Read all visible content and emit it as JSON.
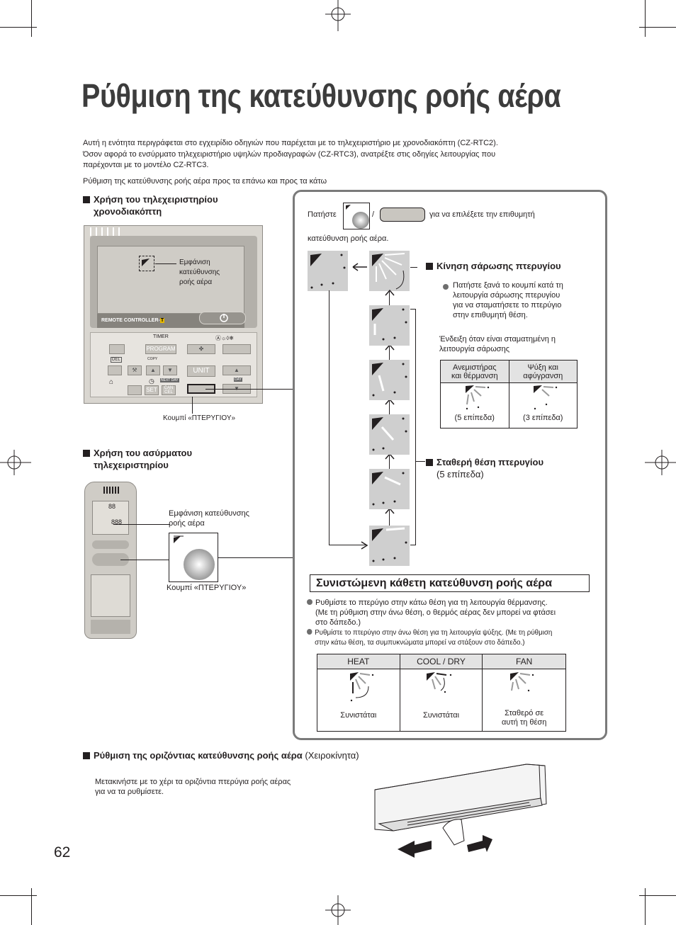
{
  "title": "Ρύθμιση της κατεύθυνσης ροής αέρα",
  "intro": {
    "line1": "Αυτή η ενότητα περιγράφεται στο εγχειρίδιο οδηγιών που παρέχεται με το τηλεχειριστήριο με χρονοδιακόπτη (CZ-RTC2).",
    "line2": "Όσον αφορά το ενσύρματο τηλεχειριστήριο υψηλών προδιαγραφών (CZ-RTC3), ανατρέξτε στις οδηγίες λειτουργίας που",
    "line3": "παρέχονται με το μοντέλο CZ-RTC3."
  },
  "subtitle": "Ρύθμιση της κατεύθυνσης ροής αέρα προς τα επάνω και προς τα κάτω",
  "timer_remote": {
    "heading_line1": "Χρήση του τηλεχειριστηρίου",
    "heading_line2": "χρονοδιακόπτη",
    "callout_line1": "Εμφάνιση",
    "callout_line2": "κατεύθυνσης",
    "callout_line3": "ροής αέρα",
    "bar_label": "REMOTE CONTROLLER-",
    "bar_badge": "T",
    "timer_label": "TIMER",
    "program_label": "PROGRAM",
    "copy_label": "COPY",
    "del_label": "DEL",
    "unit_label": "UNIT",
    "set_label": "SET",
    "cancel_label": "CAN CEL",
    "next_day_label": "NEXT DAY",
    "day_label": "DAY",
    "button_caption": "Κουμπί «ΠΤΕΡΥΓΙΟΥ»"
  },
  "wireless_remote": {
    "heading_line1": "Χρήση του ασύρματου",
    "heading_line2": "τηλεχειριστηρίου",
    "callout_line1": "Εμφάνιση κατεύθυνσης",
    "callout_line2": "ροής αέρα",
    "button_caption": "Κουμπί «ΠΤΕΡΥΓΙΟΥ»"
  },
  "instruction": {
    "press_label": "Πατήστε",
    "slash": "/",
    "after_buttons": "για να επιλέξετε την επιθυμητή",
    "line2": "κατεύθυνση ροής αέρα."
  },
  "swing": {
    "heading": "Κίνηση σάρωσης πτερυγίου",
    "bullet_line1": "Πατήστε ξανά το κουμπί κατά τη",
    "bullet_line2": "λειτουργία σάρωσης πτερυγίου",
    "bullet_line3": "για να σταματήσετε το πτερύγιο",
    "bullet_line4": "στην επιθυμητή θέση.",
    "stopped_line1": "Ένδειξη όταν είναι σταματημένη η",
    "stopped_line2": "λειτουργία σάρωσης",
    "table_headers": [
      "Ανεμιστήρας\nκαι θέρμανση",
      "Ψύξη και\nαφύγρανση"
    ],
    "col1_h1": "Ανεμιστήρας",
    "col1_h2": "και θέρμανση",
    "col2_h1": "Ψύξη και",
    "col2_h2": "αφύγρανση",
    "col1_caption": "(5 επίπεδα)",
    "col2_caption": "(3 επίπεδα)"
  },
  "fixed": {
    "heading": "Σταθερή θέση πτερυγίου",
    "sub": "(5 επίπεδα)"
  },
  "recommended": {
    "title": "Συνιστώμενη κάθετη κατεύθυνση ροής αέρα",
    "b1_line1": "Ρυθμίστε το πτερύγιο στην κάτω θέση για τη λειτουργία θέρμανσης.",
    "b1_line2": "(Με τη ρύθμιση στην άνω θέση, ο θερμός αέρας δεν μπορεί να φτάσει",
    "b1_line3": "στο δάπεδο.)",
    "b2_line1": "Ρυθμίστε το πτερύγιο στην άνω θέση για τη λειτουργία ψύξης. (Με τη ρύθμιση",
    "b2_line2": "στην κάτω θέση, τα συμπυκνώματα μπορεί να στάξουν στο δάπεδο.)",
    "modes": [
      "HEAT",
      "COOL / DRY",
      "FAN"
    ],
    "heat_caption": "Συνιστάται",
    "cool_caption": "Συνιστάται",
    "fan_caption_line1": "Σταθερό σε",
    "fan_caption_line2": "αυτή τη θέση"
  },
  "horizontal": {
    "heading": "Ρύθμιση της οριζόντιας κατεύθυνσης ροής αέρα",
    "heading_suffix": "(Χειροκίνητα)",
    "line1": "Μετακινήστε με το χέρι τα οριζόντια πτερύγια ροής αέρας",
    "line2": "για να τα ρυθμίσετε."
  },
  "page_number": "62",
  "icons": [
    "vane-icon",
    "power-icon",
    "fan-icon",
    "arrow-up-icon",
    "arrow-left-icon",
    "arrow-right-icon",
    "wrench-icon",
    "house-icon",
    "clock-icon"
  ]
}
